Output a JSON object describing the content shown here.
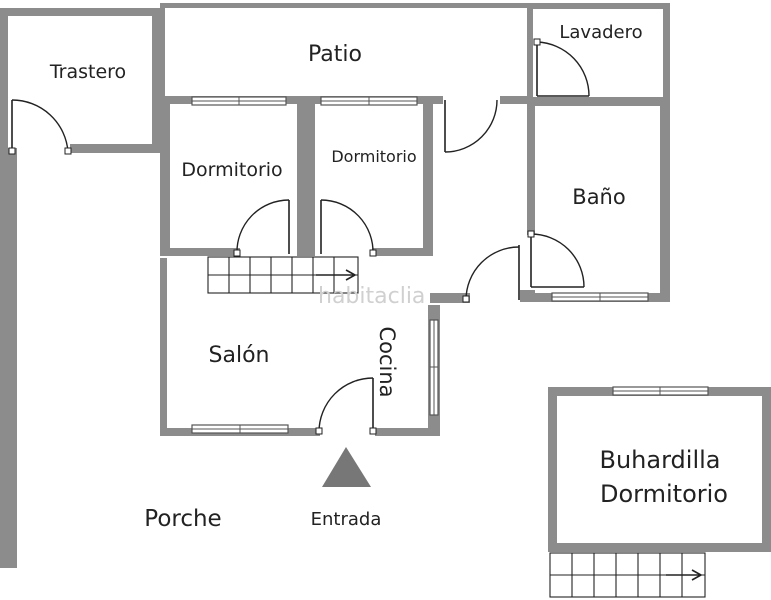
{
  "rooms": {
    "trastero": "Trastero",
    "patio": "Patio",
    "lavadero": "Lavadero",
    "dormitorio_1": "Dormitorio",
    "dormitorio_2": "Dormitorio",
    "bano": "Baño",
    "salon": "Salón",
    "cocina": "Cocina",
    "buhardilla_line1": "Buhardilla",
    "buhardilla_line2": "Dormitorio",
    "porche": "Porche",
    "entrada": "Entrada"
  },
  "watermark": "habitaclia",
  "colors": {
    "wall": "#8c8c8c",
    "entrance_marker": "#777777",
    "background": "#ffffff"
  }
}
